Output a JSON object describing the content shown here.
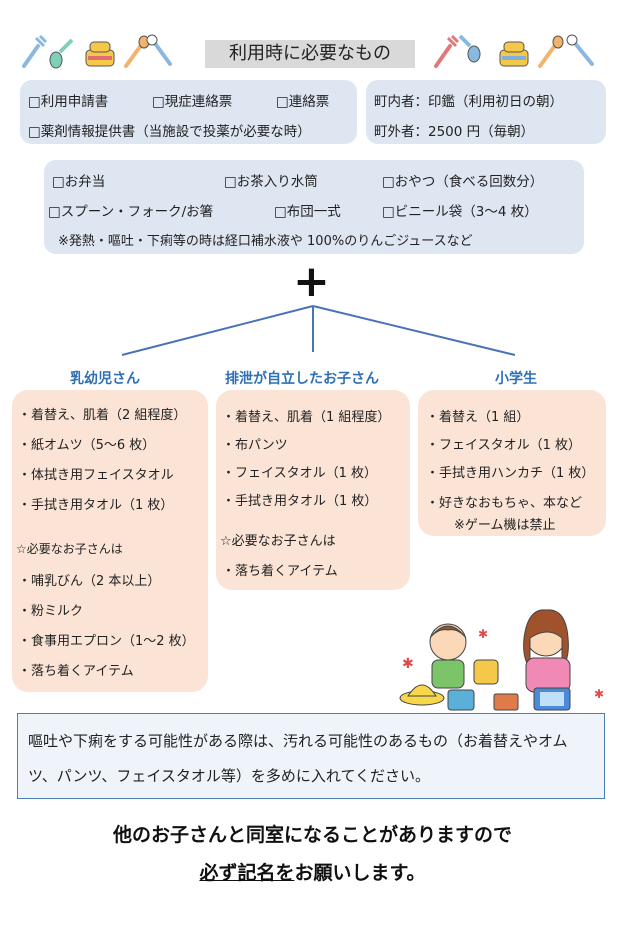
{
  "title": "利用時に必要なもの",
  "documents": {
    "row1": [
      "□利用申請書",
      "□現症連絡票",
      "□連絡票"
    ],
    "row2": "□薬剤情報提供書（当施設で投薬が必要な時）"
  },
  "fees": {
    "resident": "町内者：印鑑（利用初日の朝）",
    "nonresident": "町外者：2500 円（毎朝）"
  },
  "belongings": {
    "row1": [
      "□お弁当",
      "□お茶入り水筒",
      "□おやつ（食べる回数分）"
    ],
    "row2": [
      "□スプーン・フォーク/お箸",
      "□布団一式",
      "□ビニール袋（3～4 枚）"
    ],
    "note": "※発熱・嘔吐・下痢等の時は経口補水液や 100%のりんごジュースなど"
  },
  "plus": "+",
  "categories": {
    "infant": {
      "label": "乳幼児さん",
      "items": [
        "・着替え、肌着（2 組程度）",
        "・紙オムツ（5～6 枚）",
        "・体拭き用フェイスタオル",
        "・手拭き用タオル（1 枚）"
      ],
      "needed_label": "☆必要なお子さんは",
      "needed_items": [
        "・哺乳びん（2 本以上）",
        "・粉ミルク",
        "・食事用エプロン（1～2 枚）",
        "・落ち着くアイテム"
      ]
    },
    "toilet": {
      "label": "排泄が自立したお子さん",
      "items": [
        "・着替え、肌着（1 組程度）",
        "・布パンツ",
        "・フェイスタオル（1 枚）",
        "・手拭き用タオル（1 枚）"
      ],
      "needed_label": "☆必要なお子さんは",
      "needed_items": [
        "・落ち着くアイテム"
      ]
    },
    "school": {
      "label": "小学生",
      "items": [
        "・着替え（1 組）",
        "・フェイスタオル（1 枚）",
        "・手拭き用ハンカチ（1 枚）",
        "・好きなおもちゃ、本など"
      ],
      "note": "※ゲーム機は禁止"
    }
  },
  "notice": "嘔吐や下痢をする可能性がある際は、汚れる可能性のあるもの（お着替えやオムツ、パンツ、フェイスタオル等）を多めに入れてください。",
  "footer": {
    "line1": "他のお子さんと同室になることがありますので",
    "line2_underlined": "必ず記名を",
    "line2_rest": "お願いします。"
  },
  "colors": {
    "blue_box": "#dee6f2",
    "peach_box": "#fbe4d6",
    "category_text": "#2e6fb5",
    "connector": "#4a72b8"
  }
}
